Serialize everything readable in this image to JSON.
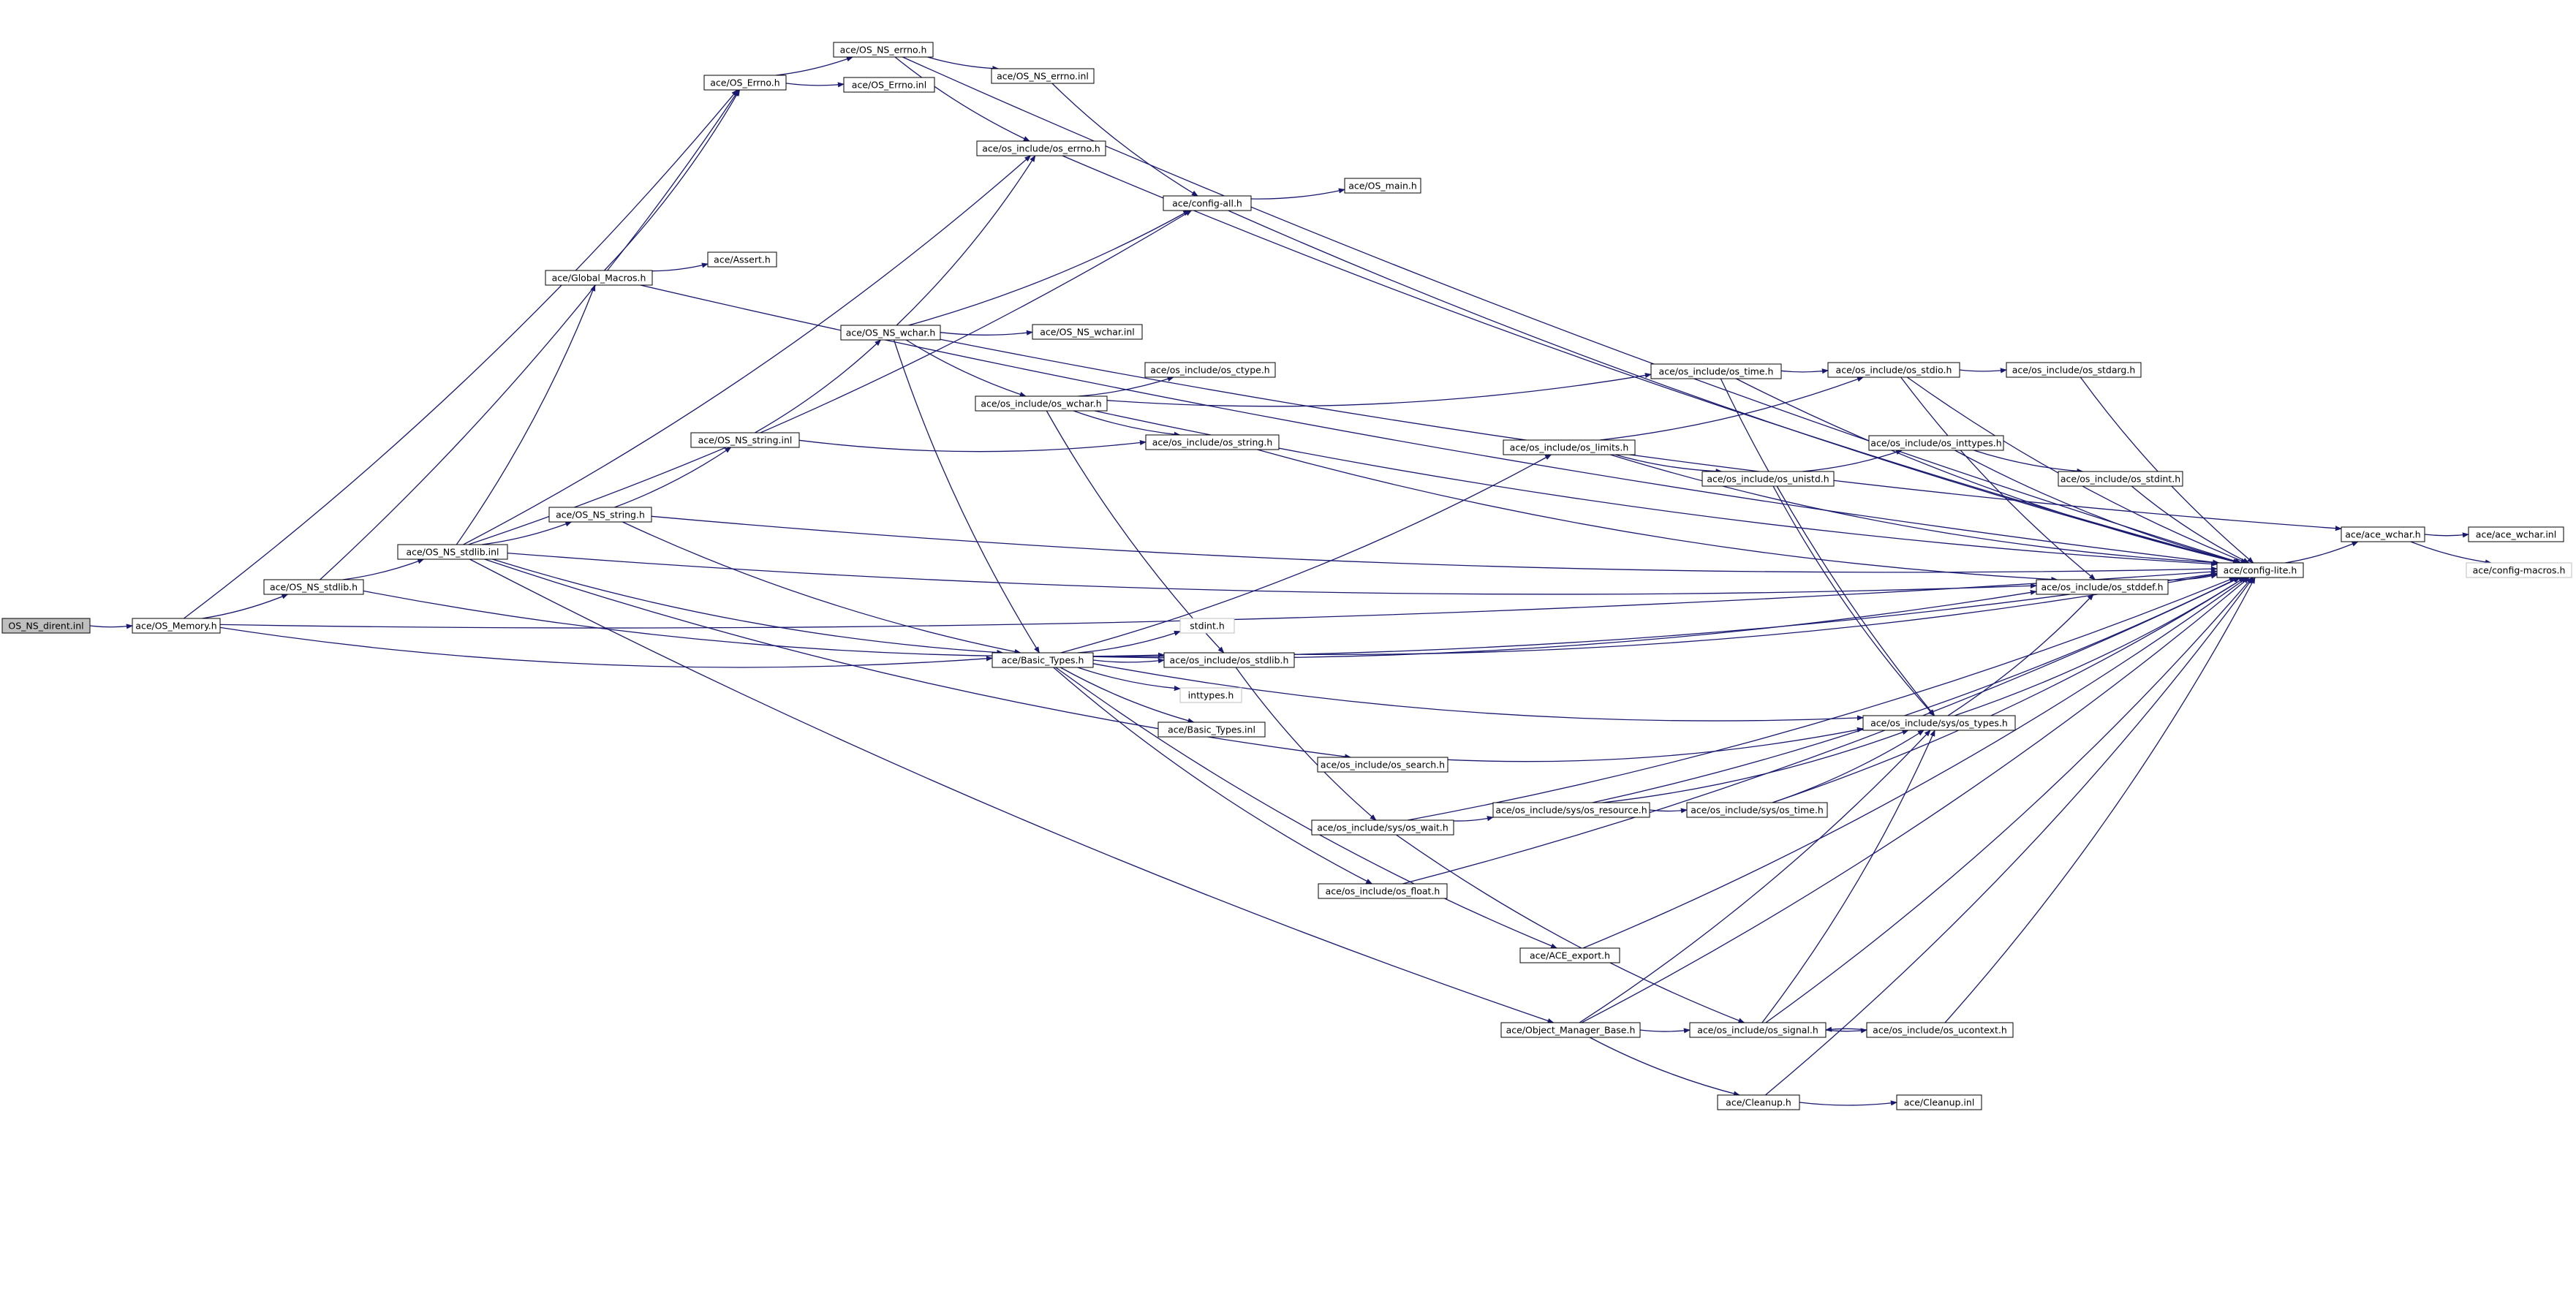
{
  "colors": {
    "edge": "#191970",
    "node_border": "#000000",
    "node_fill": "#ffffff",
    "root_fill": "#bfbfbf",
    "external_border": "#bfbfbf"
  },
  "nodes": [
    {
      "id": "root",
      "label": "OS_NS_dirent.inl",
      "kind": "root"
    },
    {
      "id": "memory_h",
      "label": "ace/OS_Memory.h"
    },
    {
      "id": "stdlib_h",
      "label": "ace/OS_NS_stdlib.h"
    },
    {
      "id": "stdlib_inl",
      "label": "ace/OS_NS_stdlib.inl"
    },
    {
      "id": "errno_h",
      "label": "ace/OS_Errno.h"
    },
    {
      "id": "nserrno_h",
      "label": "ace/OS_NS_errno.h"
    },
    {
      "id": "errno_inl",
      "label": "ace/OS_Errno.inl"
    },
    {
      "id": "nserrno_inl",
      "label": "ace/OS_NS_errno.inl"
    },
    {
      "id": "os_errno",
      "label": "ace/os_include/os_errno.h"
    },
    {
      "id": "config_all",
      "label": "ace/config-all.h"
    },
    {
      "id": "os_main",
      "label": "ace/OS_main.h"
    },
    {
      "id": "global_mac",
      "label": "ace/Global_Macros.h"
    },
    {
      "id": "assert_h",
      "label": "ace/Assert.h"
    },
    {
      "id": "wchar_h",
      "label": "ace/OS_NS_wchar.h"
    },
    {
      "id": "wchar_inl",
      "label": "ace/OS_NS_wchar.inl"
    },
    {
      "id": "os_wchar",
      "label": "ace/os_include/os_wchar.h"
    },
    {
      "id": "os_ctype",
      "label": "ace/os_include/os_ctype.h"
    },
    {
      "id": "string_inl",
      "label": "ace/OS_NS_string.inl"
    },
    {
      "id": "os_string",
      "label": "ace/os_include/os_string.h"
    },
    {
      "id": "string_h",
      "label": "ace/OS_NS_string.h"
    },
    {
      "id": "os_time",
      "label": "ace/os_include/os_time.h"
    },
    {
      "id": "os_stdio",
      "label": "ace/os_include/os_stdio.h"
    },
    {
      "id": "os_stdarg",
      "label": "ace/os_include/os_stdarg.h"
    },
    {
      "id": "os_limits",
      "label": "ace/os_include/os_limits.h"
    },
    {
      "id": "os_unistd",
      "label": "ace/os_include/os_unistd.h"
    },
    {
      "id": "os_inttypes",
      "label": "ace/os_include/os_inttypes.h"
    },
    {
      "id": "os_stdint",
      "label": "ace/os_include/os_stdint.h"
    },
    {
      "id": "os_stddef",
      "label": "ace/os_include/os_stddef.h"
    },
    {
      "id": "config_lite",
      "label": "ace/config-lite.h"
    },
    {
      "id": "ace_wchar_h",
      "label": "ace/ace_wchar.h"
    },
    {
      "id": "ace_wchar_inl",
      "label": "ace/ace_wchar.inl"
    },
    {
      "id": "config_macros",
      "label": "ace/config-macros.h",
      "kind": "external"
    },
    {
      "id": "basic_types",
      "label": "ace/Basic_Types.h"
    },
    {
      "id": "stdint_h",
      "label": "stdint.h",
      "kind": "external"
    },
    {
      "id": "os_stdlib",
      "label": "ace/os_include/os_stdlib.h"
    },
    {
      "id": "inttypes_h",
      "label": "inttypes.h",
      "kind": "external"
    },
    {
      "id": "basic_inl",
      "label": "ace/Basic_Types.inl"
    },
    {
      "id": "sys_types",
      "label": "ace/os_include/sys/os_types.h"
    },
    {
      "id": "os_search",
      "label": "ace/os_include/os_search.h"
    },
    {
      "id": "sys_resource",
      "label": "ace/os_include/sys/os_resource.h"
    },
    {
      "id": "sys_time",
      "label": "ace/os_include/sys/os_time.h"
    },
    {
      "id": "sys_wait",
      "label": "ace/os_include/sys/os_wait.h"
    },
    {
      "id": "os_float",
      "label": "ace/os_include/os_float.h"
    },
    {
      "id": "ace_export",
      "label": "ace/ACE_export.h"
    },
    {
      "id": "obj_mgr",
      "label": "ace/Object_Manager_Base.h"
    },
    {
      "id": "os_signal",
      "label": "ace/os_include/os_signal.h"
    },
    {
      "id": "os_ucontext",
      "label": "ace/os_include/os_ucontext.h"
    },
    {
      "id": "cleanup_h",
      "label": "ace/Cleanup.h"
    },
    {
      "id": "cleanup_inl",
      "label": "ace/Cleanup.inl"
    }
  ]
}
